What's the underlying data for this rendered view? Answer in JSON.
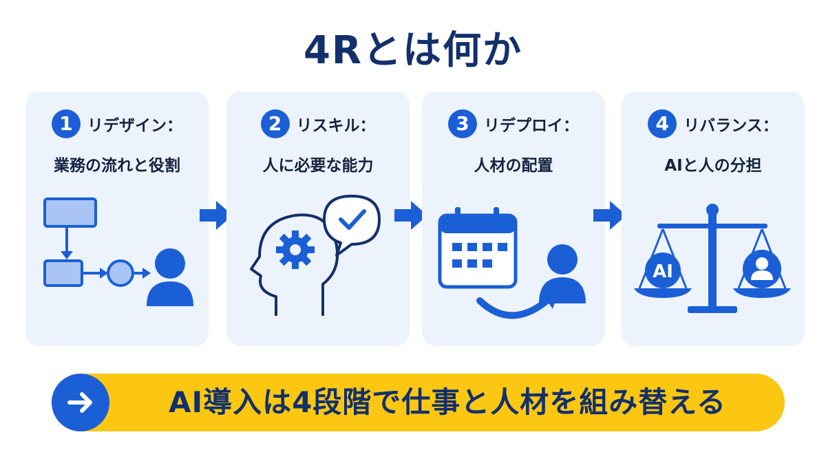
{
  "title": "4Rとは何か",
  "steps": [
    {
      "number": "1",
      "label": "リデザイン：",
      "subtitle": "業務の流れと役割",
      "icon": "workflow-icon"
    },
    {
      "number": "2",
      "label": "リスキル：",
      "subtitle": "人に必要な能力",
      "icon": "head-gear-icon"
    },
    {
      "number": "3",
      "label": "リデプロイ：",
      "subtitle": "人材の配置",
      "icon": "calendar-person-icon"
    },
    {
      "number": "4",
      "label": "リバランス：",
      "subtitle": "AIと人の分担",
      "icon": "balance-scale-icon"
    }
  ],
  "scale_ai_text": "AI",
  "banner": {
    "text": "AI導入は4段階で仕事と人材を組み替える",
    "icon": "arrow-right-icon"
  },
  "colors": {
    "primary": "#1b5fd6",
    "title": "#12306b",
    "card": "#edf3fd",
    "banner": "#fbc712",
    "light_fill": "#a9c4f5"
  }
}
